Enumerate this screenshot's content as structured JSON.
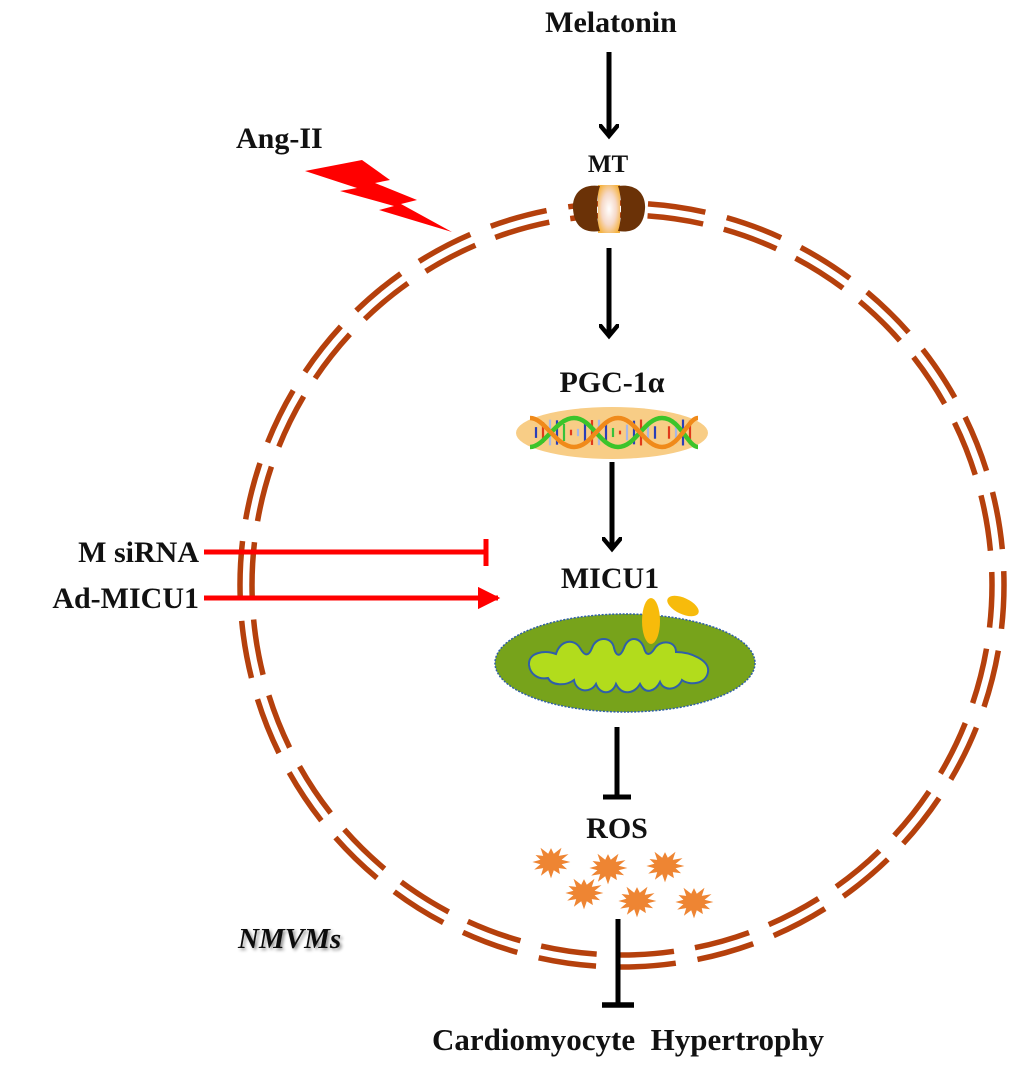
{
  "diagram": {
    "title": "Melatonin / PGC-1α / MICU1 pathway in cardiomyocyte hypertrophy",
    "labels": {
      "melatonin": "Melatonin",
      "receptor": "MT",
      "stimulus": "Ang-II",
      "pgc": "PGC-1α",
      "micu1": "MICU1",
      "sirna": "M siRNA",
      "admicu1": "Ad-MICU1",
      "ros": "ROS",
      "cell_type": "NMVMs",
      "outcome": "Cardiomyocyte  Hypertrophy"
    },
    "edges": [
      {
        "from": "Melatonin",
        "to": "MT",
        "type": "activation",
        "color": "#000000"
      },
      {
        "from": "MT",
        "to": "PGC-1α",
        "type": "activation",
        "color": "#000000"
      },
      {
        "from": "PGC-1α",
        "to": "MICU1",
        "type": "activation",
        "color": "#000000"
      },
      {
        "from": "MICU1",
        "to": "ROS",
        "type": "inhibition",
        "color": "#000000"
      },
      {
        "from": "ROS",
        "to": "Cardiomyocyte Hypertrophy",
        "type": "inhibition",
        "color": "#000000"
      },
      {
        "from": "M siRNA",
        "to": "MICU1",
        "type": "inhibition",
        "color": "#ff0000"
      },
      {
        "from": "Ad-MICU1",
        "to": "MICU1",
        "type": "activation",
        "color": "#ff0000"
      },
      {
        "from": "Ang-II",
        "to": "cell membrane",
        "type": "stimulus",
        "color": "#ff0000"
      }
    ],
    "colors": {
      "membrane": "#b5400c",
      "arrow": "#000000",
      "intervention": "#ff0000",
      "lightning": "#ff0000",
      "receptor_body": "#6b3207",
      "receptor_pore": "#f5b342",
      "nucleus_fill": "#f8cd86",
      "dna_strand_a": "#f08a1a",
      "dna_strand_b": "#3cc42a",
      "mito_outer": "#77a31b",
      "mito_inner": "#b2dc1c",
      "mito_border": "#2f5fa8",
      "micu1_protein": "#f7bb0b",
      "ros": "#ee8533"
    },
    "ros_count": 6
  }
}
